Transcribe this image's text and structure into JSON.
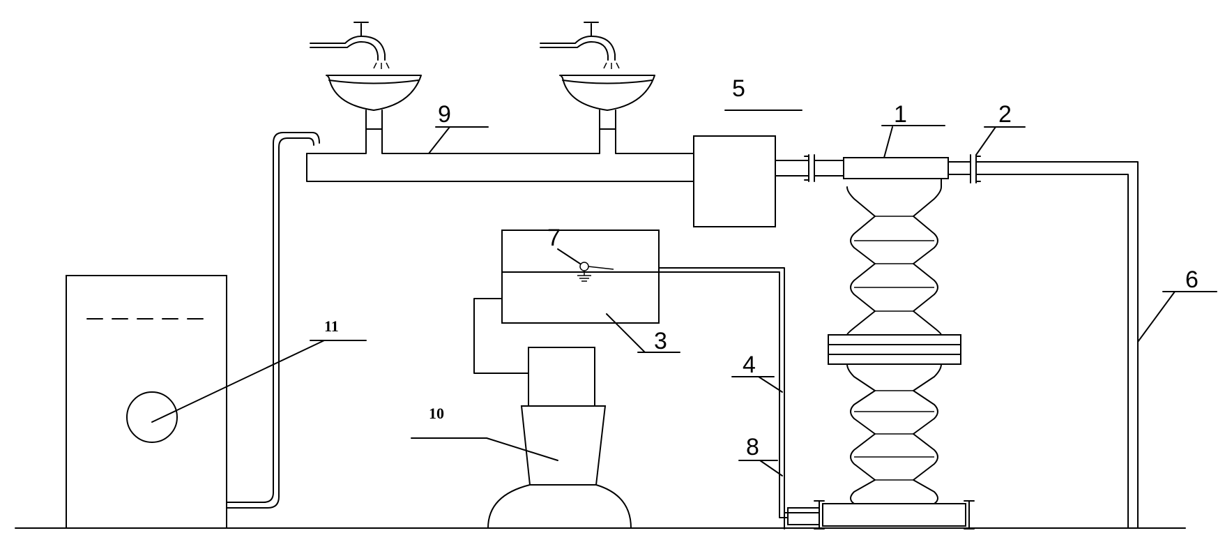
{
  "labels": {
    "n1": "1",
    "n2": "2",
    "n3": "3",
    "n4": "4",
    "n5": "5",
    "n6": "6",
    "n7": "7",
    "n8": "8",
    "n9": "9",
    "n10": "10",
    "n11": "11"
  }
}
